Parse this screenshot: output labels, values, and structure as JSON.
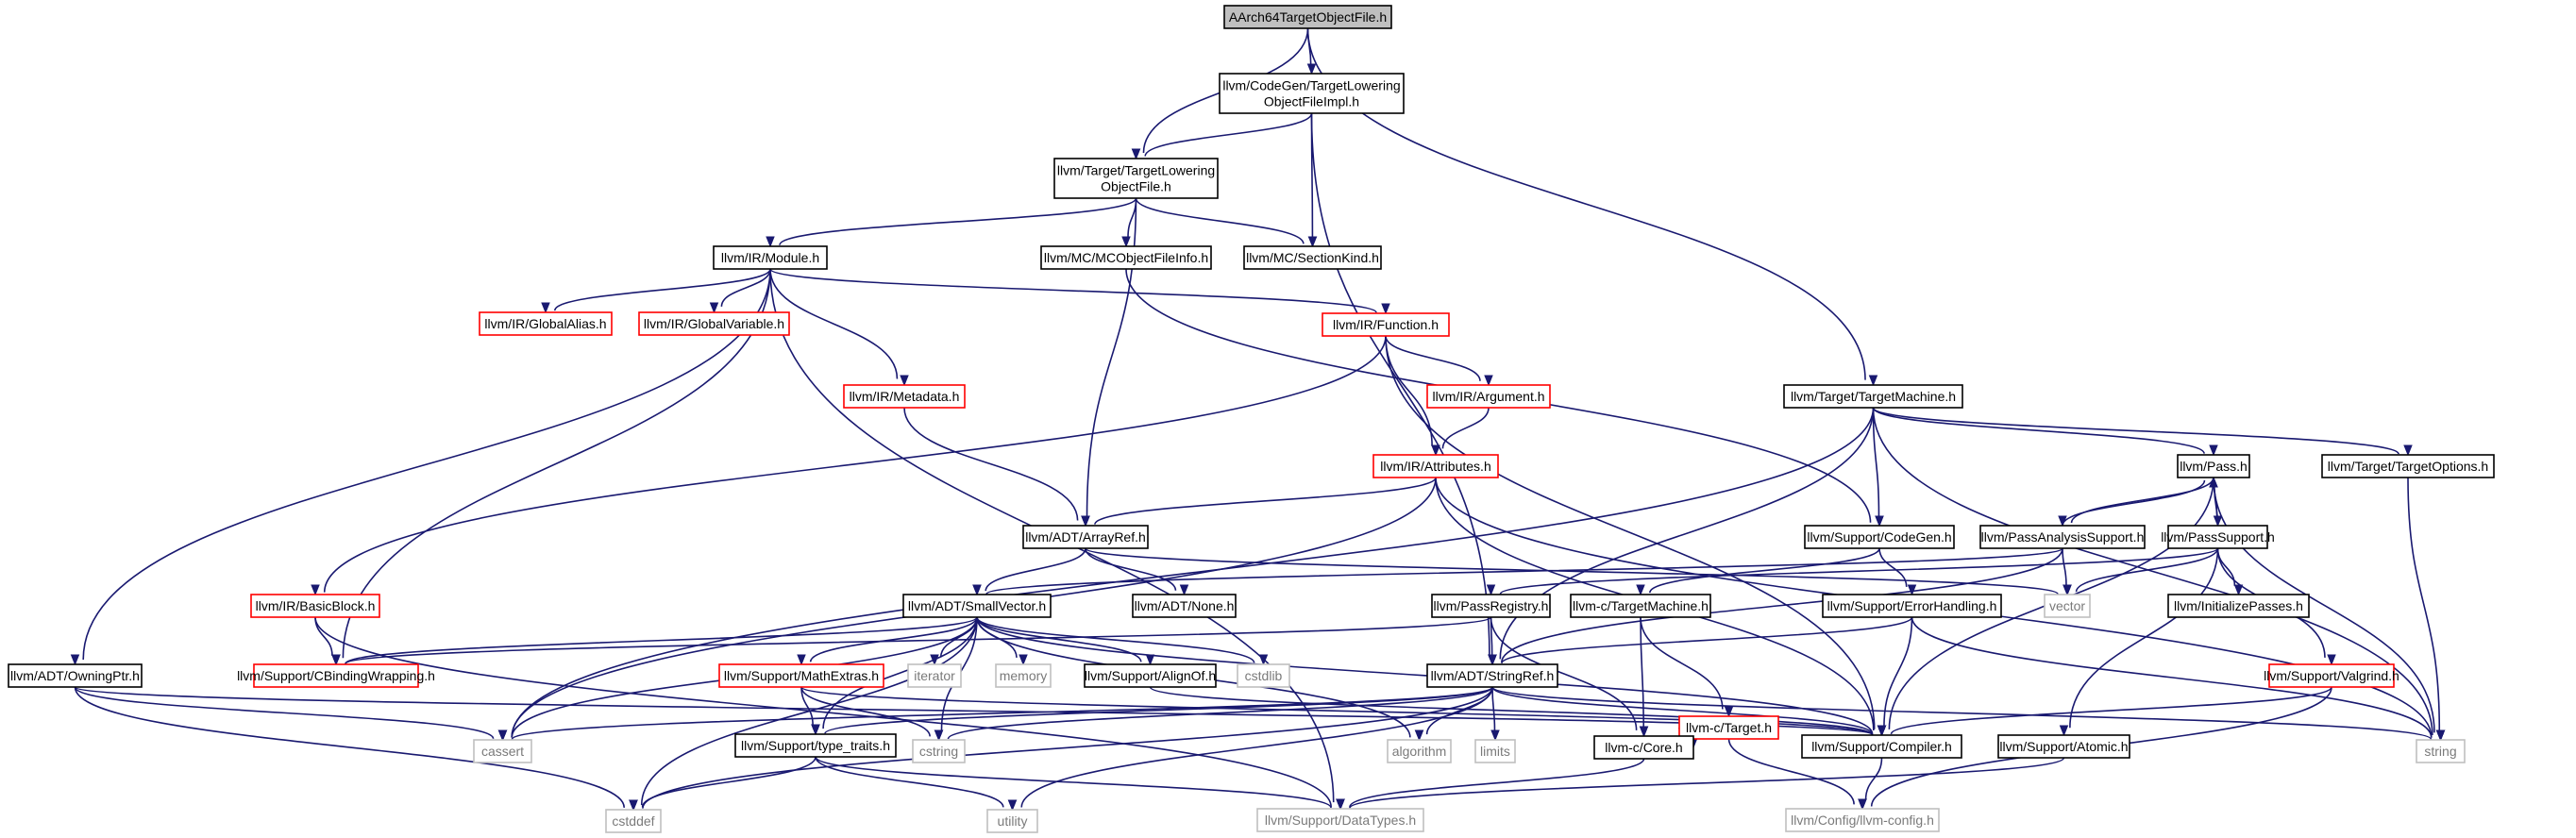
{
  "colors": {
    "edge": "#191970",
    "documented_border": "#000000",
    "truncated_border": "#ff0000",
    "external_border": "#bfbfbf",
    "root_fill": "#bfbfbf",
    "external_text": "#7a7a7a"
  },
  "nodes": [
    {
      "id": "root",
      "lines": [
        "AArch64TargetObjectFile.h"
      ],
      "kind": "root"
    },
    {
      "id": "tlofi",
      "lines": [
        "llvm/CodeGen/TargetLowering",
        "ObjectFileImpl.h"
      ],
      "kind": "normal"
    },
    {
      "id": "tlof",
      "lines": [
        "llvm/Target/TargetLowering",
        "ObjectFile.h"
      ],
      "kind": "normal"
    },
    {
      "id": "module",
      "lines": [
        "llvm/IR/Module.h"
      ],
      "kind": "normal"
    },
    {
      "id": "mcobj",
      "lines": [
        "llvm/MC/MCObjectFileInfo.h"
      ],
      "kind": "normal"
    },
    {
      "id": "seckind",
      "lines": [
        "llvm/MC/SectionKind.h"
      ],
      "kind": "normal"
    },
    {
      "id": "galias",
      "lines": [
        "llvm/IR/GlobalAlias.h"
      ],
      "kind": "red"
    },
    {
      "id": "gvar",
      "lines": [
        "llvm/IR/GlobalVariable.h"
      ],
      "kind": "red"
    },
    {
      "id": "function",
      "lines": [
        "llvm/IR/Function.h"
      ],
      "kind": "red"
    },
    {
      "id": "metadata",
      "lines": [
        "llvm/IR/Metadata.h"
      ],
      "kind": "red"
    },
    {
      "id": "argument",
      "lines": [
        "llvm/IR/Argument.h"
      ],
      "kind": "red"
    },
    {
      "id": "tm",
      "lines": [
        "llvm/Target/TargetMachine.h"
      ],
      "kind": "normal"
    },
    {
      "id": "attributes",
      "lines": [
        "llvm/IR/Attributes.h"
      ],
      "kind": "red"
    },
    {
      "id": "pass",
      "lines": [
        "llvm/Pass.h"
      ],
      "kind": "normal"
    },
    {
      "id": "topts",
      "lines": [
        "llvm/Target/TargetOptions.h"
      ],
      "kind": "normal"
    },
    {
      "id": "arrayref",
      "lines": [
        "llvm/ADT/ArrayRef.h"
      ],
      "kind": "normal"
    },
    {
      "id": "codegen",
      "lines": [
        "llvm/Support/CodeGen.h"
      ],
      "kind": "normal"
    },
    {
      "id": "pas",
      "lines": [
        "llvm/PassAnalysisSupport.h"
      ],
      "kind": "normal"
    },
    {
      "id": "psupport",
      "lines": [
        "llvm/PassSupport.h"
      ],
      "kind": "normal"
    },
    {
      "id": "bblock",
      "lines": [
        "llvm/IR/BasicBlock.h"
      ],
      "kind": "red"
    },
    {
      "id": "smallvec",
      "lines": [
        "llvm/ADT/SmallVector.h"
      ],
      "kind": "normal"
    },
    {
      "id": "none",
      "lines": [
        "llvm/ADT/None.h"
      ],
      "kind": "normal"
    },
    {
      "id": "preg",
      "lines": [
        "llvm/PassRegistry.h"
      ],
      "kind": "normal"
    },
    {
      "id": "ctm",
      "lines": [
        "llvm-c/TargetMachine.h"
      ],
      "kind": "normal"
    },
    {
      "id": "errh",
      "lines": [
        "llvm/Support/ErrorHandling.h"
      ],
      "kind": "normal"
    },
    {
      "id": "vector",
      "lines": [
        "vector"
      ],
      "kind": "gray"
    },
    {
      "id": "initp",
      "lines": [
        "llvm/InitializePasses.h"
      ],
      "kind": "normal"
    },
    {
      "id": "owningptr",
      "lines": [
        "llvm/ADT/OwningPtr.h"
      ],
      "kind": "normal"
    },
    {
      "id": "cbind",
      "lines": [
        "llvm/Support/CBindingWrapping.h"
      ],
      "kind": "red"
    },
    {
      "id": "mathext",
      "lines": [
        "llvm/Support/MathExtras.h"
      ],
      "kind": "red"
    },
    {
      "id": "iterator",
      "lines": [
        "iterator"
      ],
      "kind": "gray"
    },
    {
      "id": "memory",
      "lines": [
        "memory"
      ],
      "kind": "gray"
    },
    {
      "id": "alignof",
      "lines": [
        "llvm/Support/AlignOf.h"
      ],
      "kind": "normal"
    },
    {
      "id": "cstdlib",
      "lines": [
        "cstdlib"
      ],
      "kind": "gray"
    },
    {
      "id": "stringref",
      "lines": [
        "llvm/ADT/StringRef.h"
      ],
      "kind": "normal"
    },
    {
      "id": "ctarget",
      "lines": [
        "llvm-c/Target.h"
      ],
      "kind": "red"
    },
    {
      "id": "valgrind",
      "lines": [
        "llvm/Support/Valgrind.h"
      ],
      "kind": "red"
    },
    {
      "id": "cassert",
      "lines": [
        "cassert"
      ],
      "kind": "gray"
    },
    {
      "id": "typetraits",
      "lines": [
        "llvm/Support/type_traits.h"
      ],
      "kind": "normal"
    },
    {
      "id": "cstring",
      "lines": [
        "cstring"
      ],
      "kind": "gray"
    },
    {
      "id": "algorithm",
      "lines": [
        "algorithm"
      ],
      "kind": "gray"
    },
    {
      "id": "limits",
      "lines": [
        "limits"
      ],
      "kind": "gray"
    },
    {
      "id": "ccore",
      "lines": [
        "llvm-c/Core.h"
      ],
      "kind": "normal"
    },
    {
      "id": "compiler",
      "lines": [
        "llvm/Support/Compiler.h"
      ],
      "kind": "normal"
    },
    {
      "id": "atomic",
      "lines": [
        "llvm/Support/Atomic.h"
      ],
      "kind": "normal"
    },
    {
      "id": "string",
      "lines": [
        "string"
      ],
      "kind": "gray"
    },
    {
      "id": "cstddef",
      "lines": [
        "cstddef"
      ],
      "kind": "gray"
    },
    {
      "id": "utility",
      "lines": [
        "utility"
      ],
      "kind": "gray"
    },
    {
      "id": "datatypes",
      "lines": [
        "llvm/Support/DataTypes.h"
      ],
      "kind": "gray"
    },
    {
      "id": "config",
      "lines": [
        "llvm/Config/llvm-config.h"
      ],
      "kind": "gray"
    }
  ],
  "edges": [
    [
      "root",
      "tlofi"
    ],
    [
      "root",
      "tlof"
    ],
    [
      "root",
      "tm"
    ],
    [
      "tlofi",
      "tlof"
    ],
    [
      "tlofi",
      "seckind"
    ],
    [
      "tlofi",
      "stringref"
    ],
    [
      "tlof",
      "module"
    ],
    [
      "tlof",
      "mcobj"
    ],
    [
      "tlof",
      "seckind"
    ],
    [
      "tlof",
      "arrayref"
    ],
    [
      "module",
      "galias"
    ],
    [
      "module",
      "gvar"
    ],
    [
      "module",
      "function"
    ],
    [
      "module",
      "metadata"
    ],
    [
      "module",
      "owningptr"
    ],
    [
      "module",
      "cbind"
    ],
    [
      "module",
      "datatypes"
    ],
    [
      "mcobj",
      "codegen"
    ],
    [
      "function",
      "argument"
    ],
    [
      "function",
      "attributes"
    ],
    [
      "function",
      "bblock"
    ],
    [
      "function",
      "compiler"
    ],
    [
      "metadata",
      "arrayref"
    ],
    [
      "argument",
      "attributes"
    ],
    [
      "attributes",
      "arrayref"
    ],
    [
      "attributes",
      "cassert"
    ],
    [
      "attributes",
      "string"
    ],
    [
      "attributes",
      "compiler"
    ],
    [
      "tm",
      "pass"
    ],
    [
      "tm",
      "topts"
    ],
    [
      "tm",
      "codegen"
    ],
    [
      "tm",
      "stringref"
    ],
    [
      "tm",
      "cassert"
    ],
    [
      "tm",
      "string"
    ],
    [
      "pass",
      "pas"
    ],
    [
      "pass",
      "psupport"
    ],
    [
      "pass",
      "string"
    ],
    [
      "pass",
      "compiler"
    ],
    [
      "topts",
      "string"
    ],
    [
      "pas",
      "pass"
    ],
    [
      "pas",
      "vector"
    ],
    [
      "pas",
      "stringref"
    ],
    [
      "pas",
      "smallvec"
    ],
    [
      "psupport",
      "pass"
    ],
    [
      "psupport",
      "initp"
    ],
    [
      "psupport",
      "preg"
    ],
    [
      "psupport",
      "atomic"
    ],
    [
      "psupport",
      "valgrind"
    ],
    [
      "psupport",
      "vector"
    ],
    [
      "arrayref",
      "smallvec"
    ],
    [
      "arrayref",
      "none"
    ],
    [
      "arrayref",
      "vector"
    ],
    [
      "codegen",
      "ctm"
    ],
    [
      "codegen",
      "errh"
    ],
    [
      "bblock",
      "cbind"
    ],
    [
      "bblock",
      "datatypes"
    ],
    [
      "smallvec",
      "cbind"
    ],
    [
      "smallvec",
      "mathext"
    ],
    [
      "smallvec",
      "iterator"
    ],
    [
      "smallvec",
      "memory"
    ],
    [
      "smallvec",
      "alignof"
    ],
    [
      "smallvec",
      "cstdlib"
    ],
    [
      "smallvec",
      "cassert"
    ],
    [
      "smallvec",
      "cstddef"
    ],
    [
      "smallvec",
      "typetraits"
    ],
    [
      "smallvec",
      "algorithm"
    ],
    [
      "smallvec",
      "cstring"
    ],
    [
      "smallvec",
      "compiler"
    ],
    [
      "preg",
      "stringref"
    ],
    [
      "preg",
      "cbind"
    ],
    [
      "preg",
      "ccore"
    ],
    [
      "ctm",
      "ctarget"
    ],
    [
      "ctm",
      "ccore"
    ],
    [
      "errh",
      "stringref"
    ],
    [
      "errh",
      "compiler"
    ],
    [
      "errh",
      "string"
    ],
    [
      "owningptr",
      "cassert"
    ],
    [
      "owningptr",
      "cstddef"
    ],
    [
      "owningptr",
      "compiler"
    ],
    [
      "mathext",
      "typetraits"
    ],
    [
      "mathext",
      "cstring"
    ],
    [
      "mathext",
      "compiler"
    ],
    [
      "alignof",
      "compiler"
    ],
    [
      "stringref",
      "typetraits"
    ],
    [
      "stringref",
      "algorithm"
    ],
    [
      "stringref",
      "cassert"
    ],
    [
      "stringref",
      "cstddef"
    ],
    [
      "stringref",
      "cstring"
    ],
    [
      "stringref",
      "limits"
    ],
    [
      "stringref",
      "string"
    ],
    [
      "stringref",
      "utility"
    ],
    [
      "stringref",
      "compiler"
    ],
    [
      "ctarget",
      "ccore"
    ],
    [
      "ctarget",
      "config"
    ],
    [
      "valgrind",
      "compiler"
    ],
    [
      "valgrind",
      "config"
    ],
    [
      "typetraits",
      "datatypes"
    ],
    [
      "typetraits",
      "utility"
    ],
    [
      "typetraits",
      "cstddef"
    ],
    [
      "ccore",
      "datatypes"
    ],
    [
      "compiler",
      "config"
    ],
    [
      "atomic",
      "datatypes"
    ]
  ]
}
